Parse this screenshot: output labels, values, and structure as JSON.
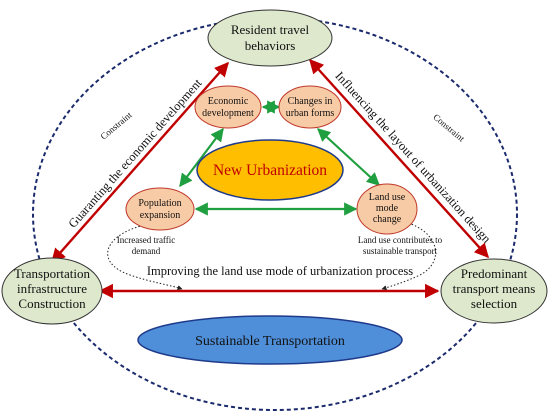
{
  "nodes": {
    "resident": [
      "Resident travel",
      "behaviors"
    ],
    "infrastructure": [
      "Transportation",
      "infrastructure",
      "Construction"
    ],
    "predominant": [
      "Predominant",
      "transport means",
      "selection"
    ],
    "economic": [
      "Economic",
      "development"
    ],
    "urban_forms": [
      "Changes in",
      "urban forms"
    ],
    "population": [
      "Population",
      "expansion"
    ],
    "land_use": [
      "Land use",
      "mode",
      "change"
    ],
    "new_urbanization": "New Urbanization",
    "sustainable": "Sustainable Transportation"
  },
  "labels": {
    "constraint_left": "Constraint",
    "constraint_right": "Constraint",
    "guaranteeing": "Guaranting  the economic development",
    "influencing": "Influencing the layout of urbanization design",
    "improving": "Improving the land use mode of urbanization process",
    "traffic_demand": [
      "Increased traffic",
      "demand"
    ],
    "land_use_contributes": [
      "Land use contributes to",
      "sustainable transport"
    ]
  },
  "colors": {
    "red_arrow": "#c00000",
    "green_arrow": "#1f9f3f",
    "node_fill": "#dde8cc",
    "inner_fill": "#f7cba6",
    "inner_stroke": "#c0392b",
    "center_fill": "#ffbf00",
    "sust_fill": "#4f8fd9",
    "outer_dash": "#1a2a6c"
  }
}
